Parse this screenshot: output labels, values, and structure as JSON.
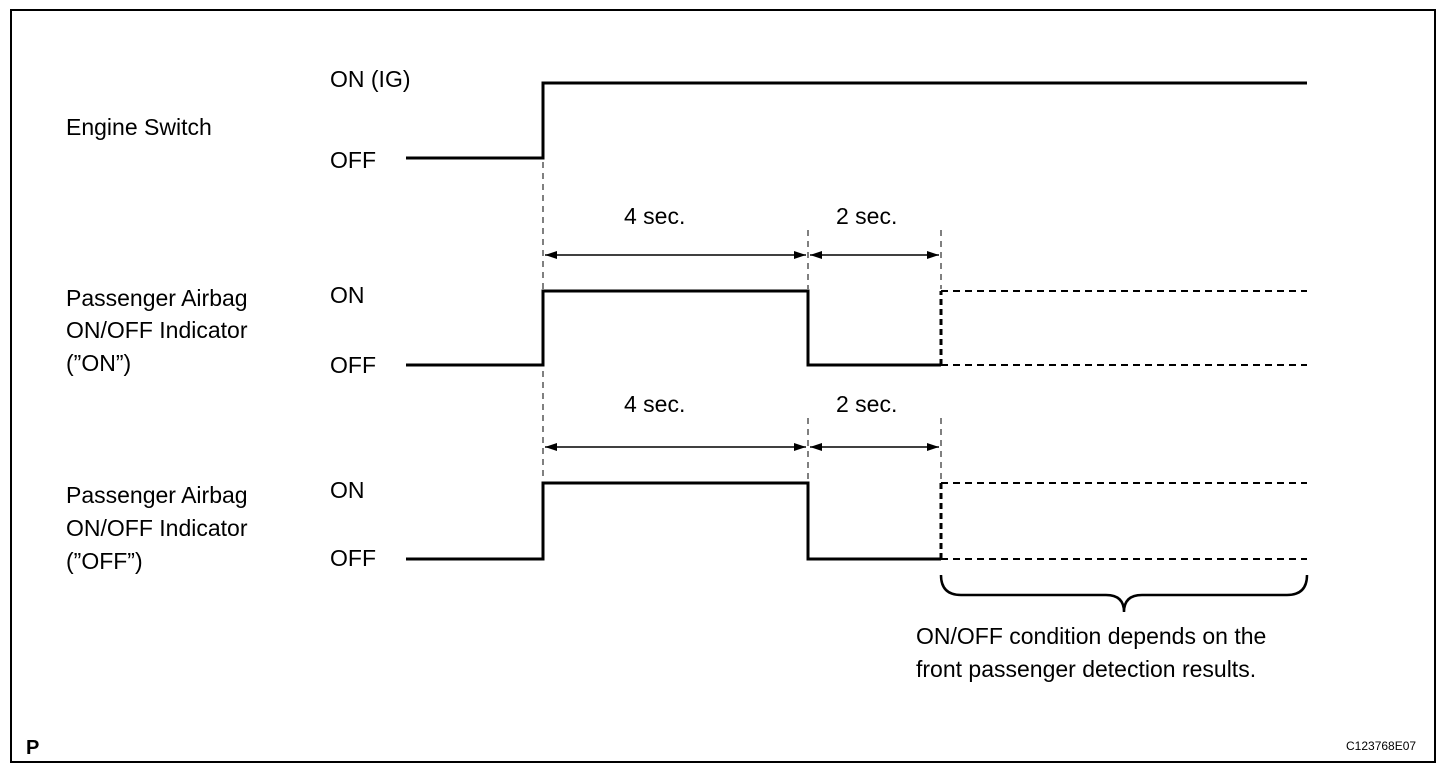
{
  "signals": [
    {
      "label_lines": [
        "Engine Switch"
      ],
      "on_label": "ON (IG)",
      "off_label": "OFF"
    },
    {
      "label_lines": [
        "Passenger Airbag",
        "ON/OFF Indicator",
        "(”ON”)"
      ],
      "on_label": "ON",
      "off_label": "OFF"
    },
    {
      "label_lines": [
        "Passenger Airbag",
        "ON/OFF Indicator",
        "(”OFF”)"
      ],
      "on_label": "ON",
      "off_label": "OFF"
    }
  ],
  "durations": [
    {
      "first": "4 sec.",
      "second": "2 sec."
    },
    {
      "first": "4 sec.",
      "second": "2 sec."
    }
  ],
  "note": {
    "line1": "ON/OFF condition depends on the",
    "line2": "front passenger detection results."
  },
  "corner_label": "P",
  "figure_code": "C123768E07"
}
